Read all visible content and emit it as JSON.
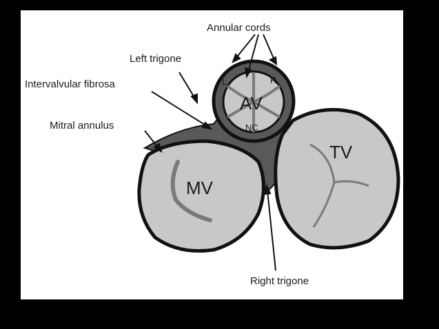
{
  "colors": {
    "background": "#000000",
    "panel": "#ffffff",
    "valve_fill": "#c8c8c8",
    "fibrous_tissue": "#595959",
    "outline": "#111111",
    "leaflet_line": "#7a7a7a"
  },
  "labels": {
    "annular_cords": "Annular cords",
    "left_trigone": "Left trigone",
    "intervalvular_fibrosa": "Intervalvular fibrosa",
    "mitral_annulus": "Mitral annulus",
    "right_trigone": "Right trigone"
  },
  "valves": {
    "aortic": "AV",
    "mitral": "MV",
    "tricuspid": "TV"
  },
  "cusps": {
    "left": "L",
    "right": "R",
    "non_coronary": "NC"
  }
}
